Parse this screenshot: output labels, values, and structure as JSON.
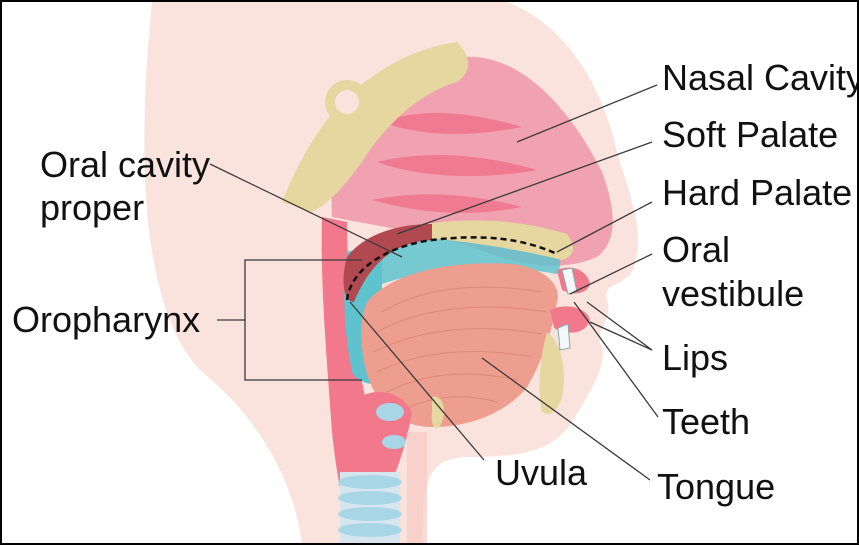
{
  "labels": {
    "nasal_cavity": "Nasal Cavity",
    "soft_palate": "Soft Palate",
    "hard_palate": "Hard Palate",
    "oral_cavity_proper_line1": "Oral cavity",
    "oral_cavity_proper_line2": "proper",
    "oral_vestibule_line1": "Oral",
    "oral_vestibule_line2": "vestibule",
    "oropharynx": "Oropharynx",
    "lips": "Lips",
    "teeth": "Teeth",
    "uvula": "Uvula",
    "tongue": "Tongue"
  },
  "colors": {
    "skin": "#fbe3dd",
    "tissue": "#f2788c",
    "nasal": "#f0a2b0",
    "bone": "#e6d6a0",
    "tongue": "#ee9e8e",
    "pharynx": "#5ec3cf",
    "trachea": "#a9d6e6"
  }
}
